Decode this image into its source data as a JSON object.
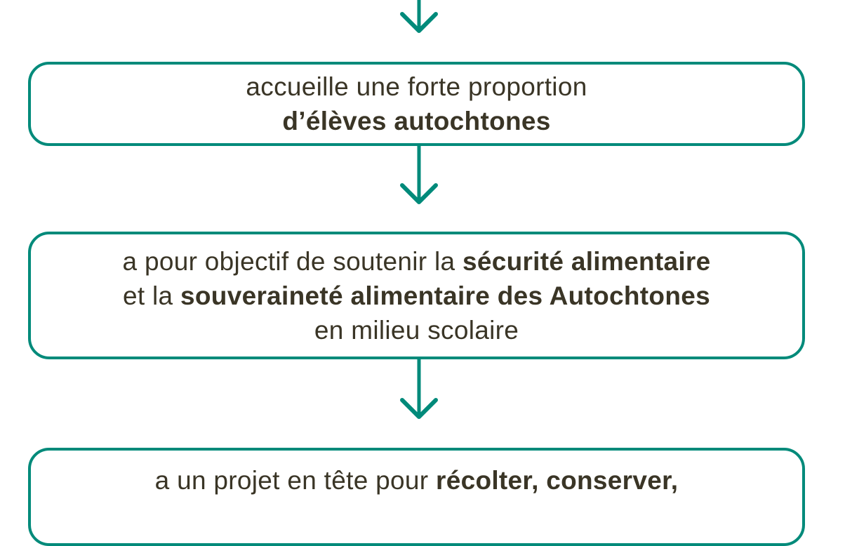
{
  "accent_color": "#008a7a",
  "text_color": "#3a3526",
  "steps": [
    {
      "lines": [
        {
          "pre": "accueille une forte proportion",
          "bold": "",
          "post": ""
        },
        {
          "pre": "",
          "bold": "d’élèves autochtones",
          "post": ""
        }
      ]
    },
    {
      "lines": [
        {
          "pre": "a pour objectif de soutenir la ",
          "bold": "sécurité alimentaire",
          "post": ""
        },
        {
          "pre": "et la ",
          "bold": "souveraineté alimentaire des Autochtones",
          "post": ""
        },
        {
          "pre": "en milieu scolaire",
          "bold": "",
          "post": ""
        }
      ]
    },
    {
      "lines": [
        {
          "pre": "a un projet en tête pour ",
          "bold": "récolter, conserver,",
          "post": ""
        }
      ]
    }
  ]
}
